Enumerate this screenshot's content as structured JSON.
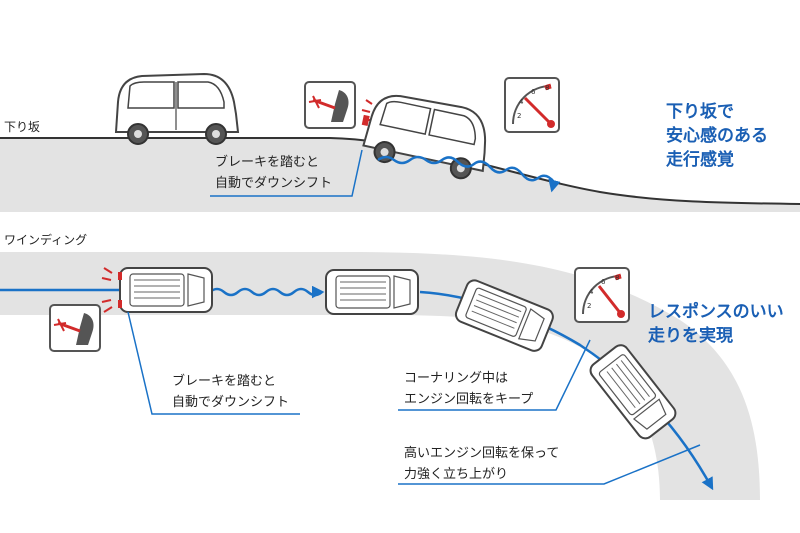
{
  "downhill": {
    "section_label": "下り坂",
    "callout_lines": [
      "ブレーキを踏むと",
      "自動でダウンシフト"
    ],
    "headline_lines": [
      "下り坂で",
      "安心感のある",
      "走行感覚"
    ]
  },
  "winding": {
    "section_label": "ワインディング",
    "callout_brake_lines": [
      "ブレーキを踏むと",
      "自動でダウンシフト"
    ],
    "callout_corner_lines": [
      "コーナリング中は",
      "エンジン回転をキープ"
    ],
    "callout_exit_lines": [
      "高いエンジン回転を保って",
      "力強く立ち上がり"
    ],
    "headline_lines": [
      "レスポンスのいい",
      "走りを実現"
    ]
  },
  "tachometer_ticks": [
    "2",
    "4",
    "6",
    "8"
  ],
  "colors": {
    "accent": "#1a5fb4",
    "path_blue": "#1a72c7",
    "road": "#e3e3e3",
    "brake_red": "#d22b2b",
    "outline": "#444444"
  }
}
